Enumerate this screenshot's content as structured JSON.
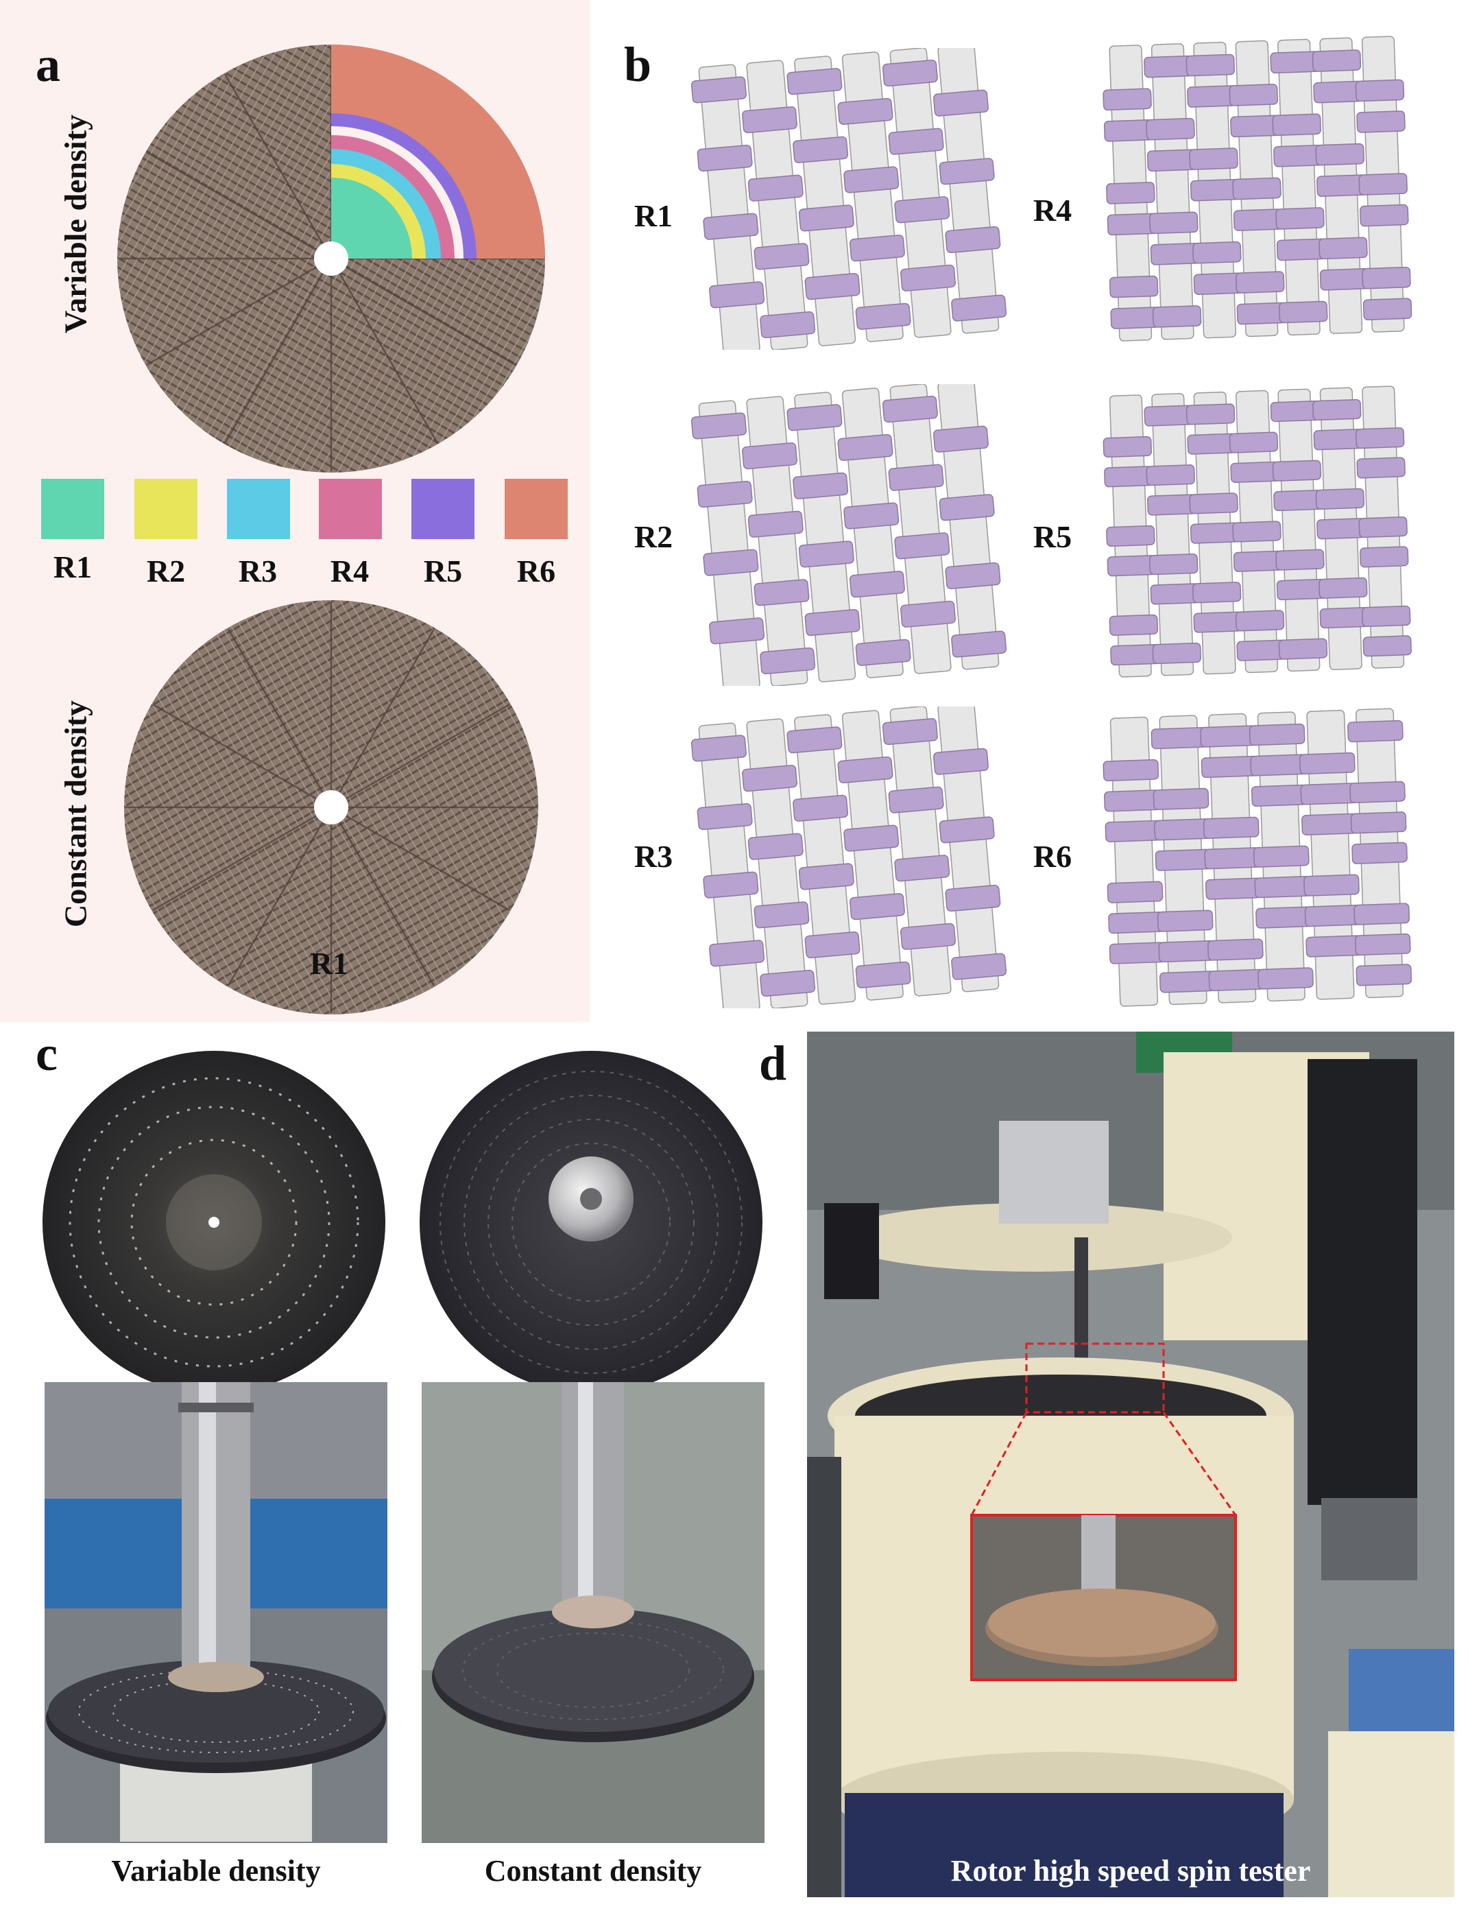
{
  "panel_a": {
    "letter": "a",
    "variable_label": "Variable density",
    "constant_label": "Constant density",
    "constant_region_label": "R1",
    "legend": [
      {
        "label": "R1",
        "color": "#5fd6b0"
      },
      {
        "label": "R2",
        "color": "#e8e55a"
      },
      {
        "label": "R3",
        "color": "#5ccbe6"
      },
      {
        "label": "R4",
        "color": "#d8729c"
      },
      {
        "label": "R5",
        "color": "#8b6ede"
      },
      {
        "label": "R6",
        "color": "#dd8570"
      }
    ]
  },
  "panel_b": {
    "letter": "b",
    "labels": [
      "R1",
      "R4",
      "R2",
      "R5",
      "R3",
      "R6"
    ],
    "warp_color": "#e6e6e6",
    "weft_color": "#b8a2cf"
  },
  "panel_c": {
    "letter": "c",
    "captions": [
      "Variable density",
      "Constant density"
    ]
  },
  "panel_d": {
    "letter": "d",
    "caption": "Rotor high speed spin tester"
  }
}
